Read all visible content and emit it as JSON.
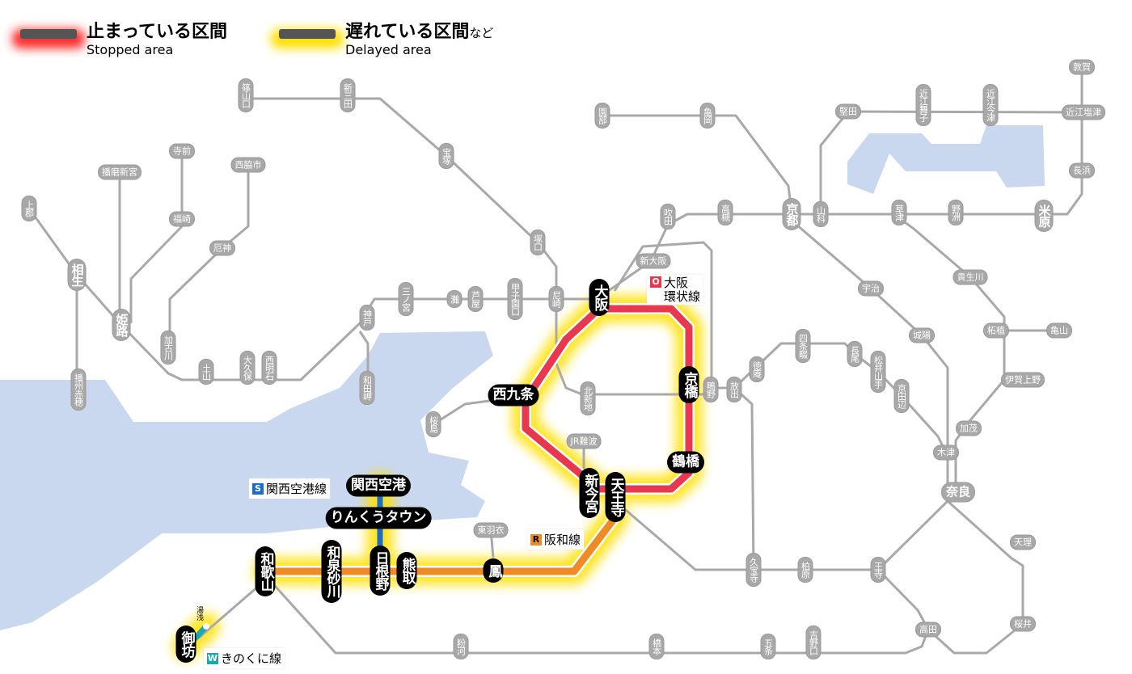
{
  "legend": {
    "stopped": {
      "jp": "止まっている区間",
      "en": "Stopped area",
      "color": "#ff2a2a"
    },
    "delayed": {
      "jp": "遅れている区間",
      "jp_suffix": "など",
      "en": "Delayed area",
      "color": "#ffe000"
    }
  },
  "colors": {
    "loop": "#e8384f",
    "hanwa": "#f08a24",
    "airport": "#1a6fc0",
    "kinokuni": "#1aa6b3",
    "other": "#a9a9a9",
    "water": "#c9d7ef"
  },
  "line_labels": {
    "loop": {
      "badge": "O",
      "name_line1": "大阪",
      "name_line2": "環状線"
    },
    "hanwa": {
      "badge": "R",
      "name": "阪和線"
    },
    "airport": {
      "badge": "S",
      "name": "関西空港線"
    },
    "kinokuni": {
      "badge": "W",
      "name": "きのくに線"
    }
  },
  "grey_stations": [
    "篠山口",
    "新三田",
    "宝塚",
    "塚口",
    "尼崎",
    "甲子園口",
    "芦屋",
    "灘",
    "三ノ宮",
    "神戸",
    "和田岬",
    "西明石",
    "大久保",
    "土山",
    "加古川",
    "姫路",
    "相生",
    "上郡",
    "播州赤穂",
    "播磨新宮",
    "寺前",
    "福崎",
    "西脇市",
    "厄神",
    "園部",
    "亀岡",
    "京都",
    "山科",
    "堅田",
    "近江舞子",
    "近江今津",
    "近江塩津",
    "敦賀",
    "長浜",
    "米原",
    "野洲",
    "草津",
    "高槻",
    "吹田",
    "新大阪",
    "宇治",
    "貴生川",
    "城陽",
    "柘植",
    "亀山",
    "伊賀上野",
    "四条畷",
    "長尾",
    "松井山手",
    "京田辺",
    "徳庵",
    "放出",
    "鴫野",
    "北新地",
    "桜島",
    "JR難波",
    "加茂",
    "木津",
    "奈良",
    "天理",
    "桜井",
    "王寺",
    "柏原",
    "久宝寺",
    "高田",
    "吉野口",
    "五条",
    "橋本",
    "粉河",
    "東羽衣"
  ],
  "black_stations": [
    "大阪",
    "西九条",
    "京橋",
    "鶴橋",
    "新今宮",
    "天王寺",
    "関西空港",
    "りんくうタウン",
    "日根野",
    "熊取",
    "鳳",
    "和泉砂川",
    "和歌山",
    "御坊"
  ],
  "small_station": "湯浅"
}
